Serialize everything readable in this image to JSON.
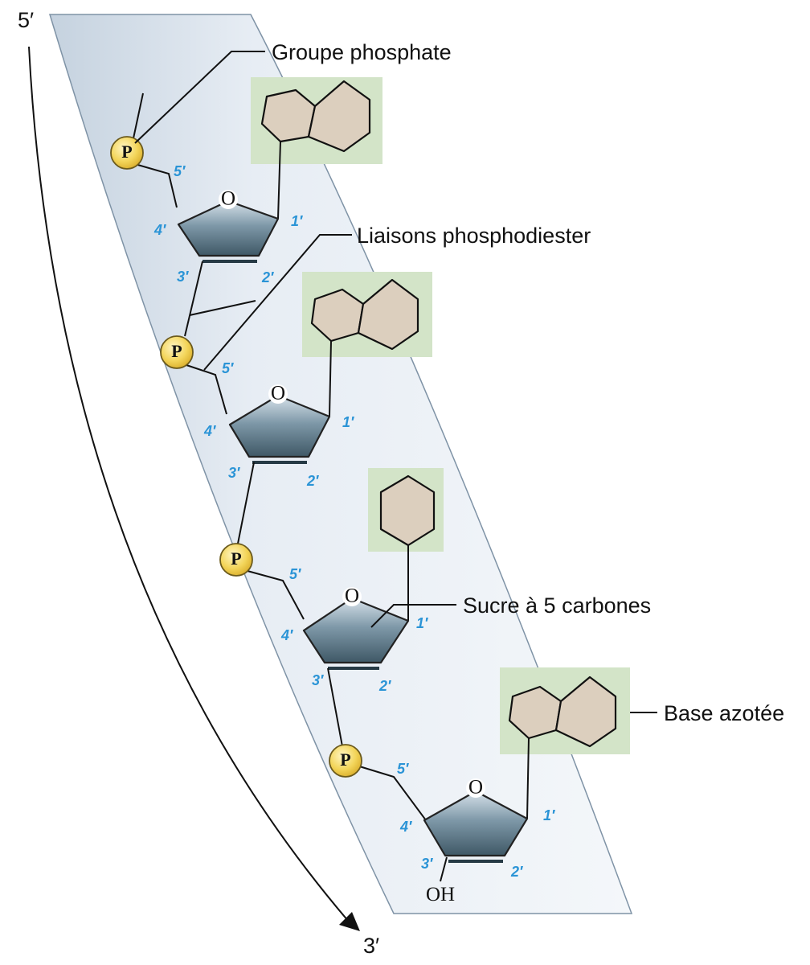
{
  "ends": {
    "five_prime": "5′",
    "three_prime": "3′"
  },
  "labels": {
    "phosphate": "Groupe phosphate",
    "phosphodiester": "Liaisons phosphodiester",
    "sugar": "Sucre à 5 carbones",
    "base": "Base azotée"
  },
  "atoms": {
    "oxygen": "O",
    "phosphate": "P",
    "hydroxyl": "OH"
  },
  "carbon_numbers": {
    "c1": "1′",
    "c2": "2′",
    "c3": "3′",
    "c4": "4′",
    "c5": "5′"
  },
  "nucleotides": [
    {
      "base_type": "purine"
    },
    {
      "base_type": "purine"
    },
    {
      "base_type": "pyrimidine"
    },
    {
      "base_type": "purine"
    }
  ],
  "colors": {
    "carbon_number": "#2b94d6",
    "phosphate_fill": "#f3d55a",
    "band_fill": "#dfe7f0",
    "sugar_fill": "#607d8e",
    "base_box": "#d3e4c8",
    "base_shape": "#dccfbe"
  }
}
